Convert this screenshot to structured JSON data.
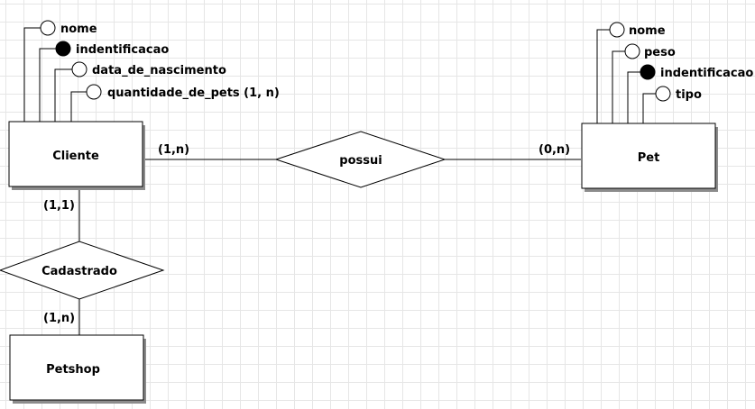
{
  "entities": {
    "cliente": {
      "label": "Cliente"
    },
    "pet": {
      "label": "Pet"
    },
    "petshop": {
      "label": "Petshop"
    }
  },
  "relationships": {
    "possui": {
      "label": "possui"
    },
    "cadastrado": {
      "label": "Cadastrado"
    }
  },
  "cardinalities": {
    "cliente_possui": "(1,n)",
    "pet_possui": "(0,n)",
    "cliente_cadastrado": "(1,1)",
    "petshop_cadastrado": "(1,n)"
  },
  "attributes": {
    "cliente": [
      {
        "label": "nome",
        "key": false
      },
      {
        "label": "indentificacao",
        "key": true
      },
      {
        "label": "data_de_nascimento",
        "key": false
      },
      {
        "label": "quantidade_de_pets (1, n)",
        "key": false
      }
    ],
    "pet": [
      {
        "label": "nome",
        "key": false
      },
      {
        "label": "peso",
        "key": false
      },
      {
        "label": "indentificacao",
        "key": true
      },
      {
        "label": "tipo",
        "key": false
      }
    ]
  }
}
